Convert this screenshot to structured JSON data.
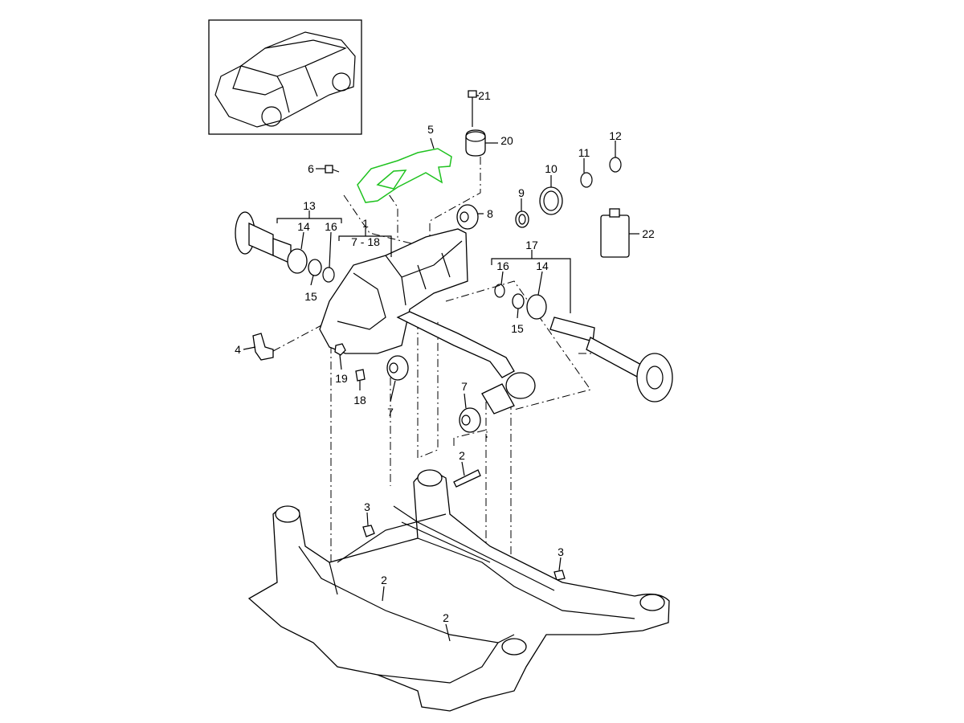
{
  "diagram": {
    "title": "Rear axle differential mounting / subframe parts diagram",
    "highlight_color": "#1fc21f",
    "callouts": {
      "c21": "21",
      "c20": "20",
      "c5": "5",
      "c6": "6",
      "c12": "12",
      "c11": "11",
      "c10": "10",
      "c9": "9",
      "c8": "8",
      "c13": "13",
      "c14a": "14",
      "c16a": "16",
      "c1": "1",
      "c7_18": "7 - 18",
      "c22": "22",
      "c17": "17",
      "c16b": "16",
      "c14b": "14",
      "c15a": "15",
      "c15b": "15",
      "c4": "4",
      "c19": "19",
      "c18": "18",
      "c7a": "7",
      "c7b": "7",
      "c2a": "2",
      "c3a": "3",
      "c3b": "3",
      "c2b": "2",
      "c2c": "2"
    }
  }
}
